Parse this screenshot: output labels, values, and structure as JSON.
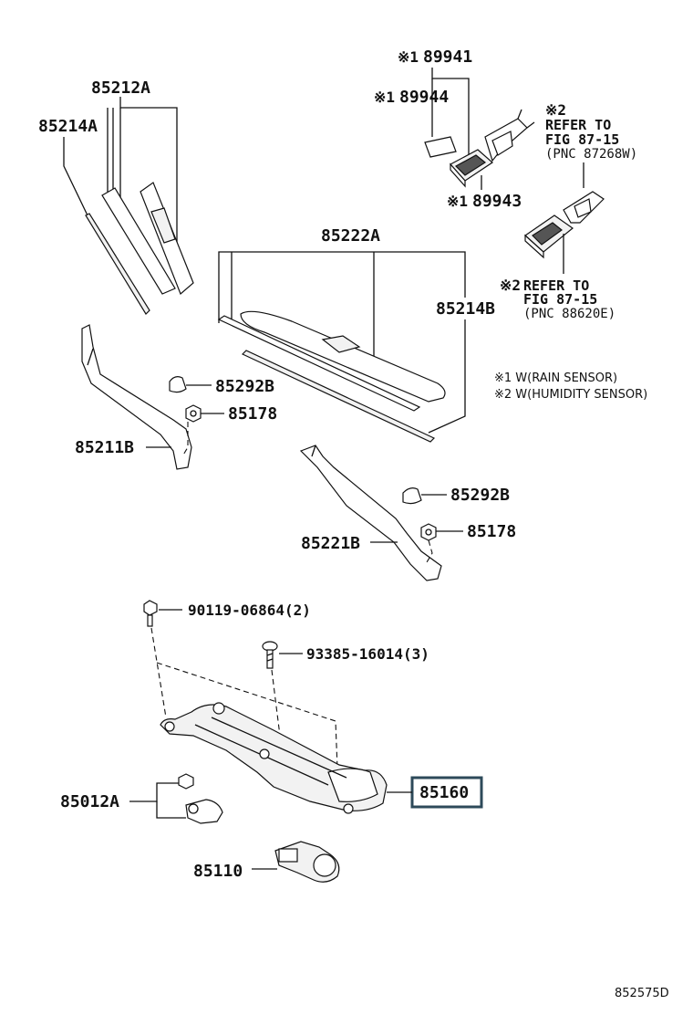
{
  "diagram": {
    "labels": {
      "p89941": "89941",
      "p89944": "89944",
      "p89943": "89943",
      "p85212A": "85212A",
      "p85214A": "85214A",
      "p85222A": "85222A",
      "p85214B": "85214B",
      "p85292B_left": "85292B",
      "p85178_left": "85178",
      "p85211B": "85211B",
      "p85292B_right": "85292B",
      "p85178_right": "85178",
      "p85221B": "85221B",
      "p90119": "90119-06864(2)",
      "p93385": "93385-16014(3)",
      "p85012A": "85012A",
      "p85160": "85160",
      "p85110": "85110"
    },
    "mark1": "※1",
    "mark2": "※2",
    "refer1": {
      "line1": "REFER TO",
      "line2": "FIG 87-15",
      "line3": "(PNC 87268W)"
    },
    "refer2": {
      "line1": "REFER TO",
      "line2": "FIG 87-15",
      "line3": "(PNC 88620E)"
    },
    "legend": {
      "item1": "※1 W(RAIN SENSOR)",
      "item2": "※2 W(HUMIDITY SENSOR)"
    },
    "figure_code": "852575D",
    "highlight_color": "#2d4a5a"
  }
}
